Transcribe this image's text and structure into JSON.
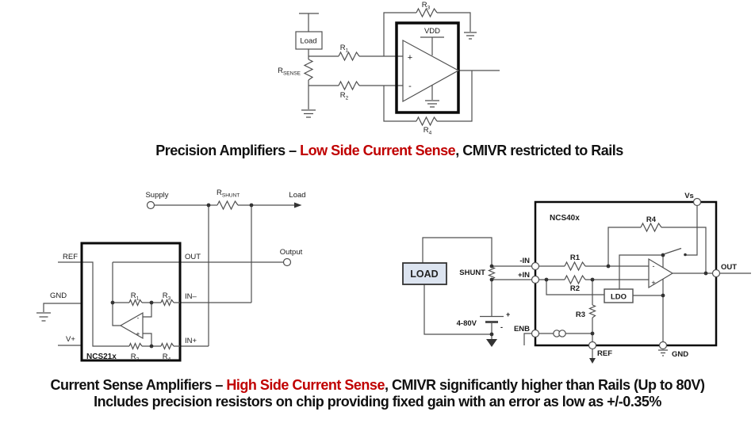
{
  "colors": {
    "accent_red": "#c00000",
    "line": "#4f4f4f",
    "box": "#0a0a0a",
    "load_fill": "#dce4f0"
  },
  "captions": {
    "c1_black1": "Precision Amplifiers – ",
    "c1_red": "Low Side Current Sense",
    "c1_black2": ", CMIVR restricted to Rails",
    "c2_black1": "Current Sense Amplifiers – ",
    "c2_red": "High Side Current Sense",
    "c2_black2": ", CMIVR significantly higher than Rails (Up to 80V)",
    "c3": "Includes precision resistors on chip providing fixed gain with an error as low as +/-0.35%"
  },
  "lowside": {
    "load": "Load",
    "vdd": "VDD",
    "plus": "+",
    "minus": "-",
    "r1": {
      "b": "R",
      "s": "1"
    },
    "r2": {
      "b": "R",
      "s": "2"
    },
    "r3": {
      "b": "R",
      "s": "3"
    },
    "r4": {
      "b": "R",
      "s": "4"
    },
    "rsense": {
      "b": "R",
      "s": "SENSE"
    }
  },
  "ncs21x": {
    "supply": "Supply",
    "rshunt": {
      "b": "R",
      "s": "SHUNT"
    },
    "load": "Load",
    "output": "Output",
    "out": "OUT",
    "ref": "REF",
    "gnd": "GND",
    "vplus": "V+",
    "in_minus": "IN–",
    "in_plus": "IN+",
    "chip": "NCS21x",
    "r1": {
      "b": "R",
      "s": "1"
    },
    "r2": {
      "b": "R",
      "s": "2"
    },
    "r3": {
      "b": "R",
      "s": "3"
    },
    "r4": {
      "b": "R",
      "s": "4"
    },
    "minus": "-",
    "plus": "+"
  },
  "ncs40x": {
    "chip": "NCS40x",
    "load": "LOAD",
    "shunt": "SHUNT",
    "battery": "4-80V",
    "batt_plus": "+",
    "batt_minus": "-",
    "in_minus": "-IN",
    "in_plus": "+IN",
    "enb": "ENB",
    "ref": "REF",
    "gnd": "GND",
    "out": "OUT",
    "vs": "Vs",
    "r1": "R1",
    "r2": "R2",
    "r3": "R3",
    "r4": "R4",
    "ldo": "LDO",
    "minus": "-",
    "plus": "+"
  }
}
